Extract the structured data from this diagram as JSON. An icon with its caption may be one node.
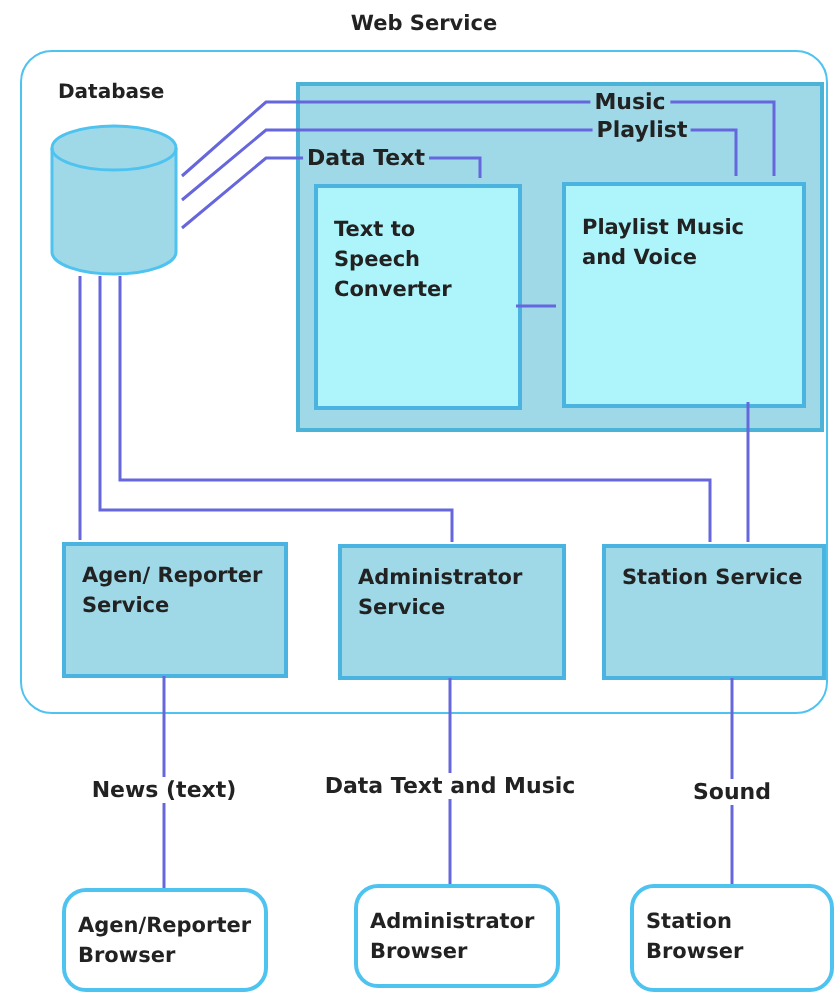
{
  "diagram": {
    "nodes": [
      {
        "text": [
          "Web Service"
        ]
      },
      {
        "text": [
          "Database"
        ],
        "in": 0
      },
      {
        "text": [],
        "shape": "box",
        "in": 0
      },
      {
        "text": [
          "Text to Speech Converter"
        ],
        "in": 2
      },
      {
        "text": [
          "Playlist Music and Voice"
        ],
        "in": 2
      },
      {
        "text": [
          "Agen/ Reporter Service"
        ],
        "in": 0
      },
      {
        "text": [
          "Administrator Service"
        ],
        "in": 0
      },
      {
        "text": [
          "Station Service"
        ],
        "in": 0
      },
      {
        "text": [
          "Agen/Reporter Browser"
        ]
      },
      {
        "text": [
          "Administrator Browser"
        ]
      },
      {
        "text": [
          "Station Browser"
        ]
      }
    ],
    "edges": [
      {
        "from": 1,
        "to": 4,
        "arrow": "none",
        "label": "Music"
      },
      {
        "from": 1,
        "to": 4,
        "arrow": "none",
        "label": "Playlist"
      },
      {
        "from": 1,
        "to": 3,
        "arrow": "none",
        "label": "Data Text"
      },
      {
        "from": 3,
        "to": 4,
        "arrow": "none"
      },
      {
        "from": 4,
        "to": 7,
        "arrow": "none"
      },
      {
        "from": 1,
        "to": 5,
        "arrow": "none"
      },
      {
        "from": 1,
        "to": 6,
        "arrow": "none"
      },
      {
        "from": 1,
        "to": 7,
        "arrow": "none"
      },
      {
        "from": 5,
        "to": 8,
        "arrow": "none",
        "label": "News (text)"
      },
      {
        "from": 6,
        "to": 9,
        "arrow": "none",
        "label": "Data Text and Music"
      },
      {
        "from": 7,
        "to": 10,
        "arrow": "none",
        "label": "Sound"
      }
    ]
  }
}
